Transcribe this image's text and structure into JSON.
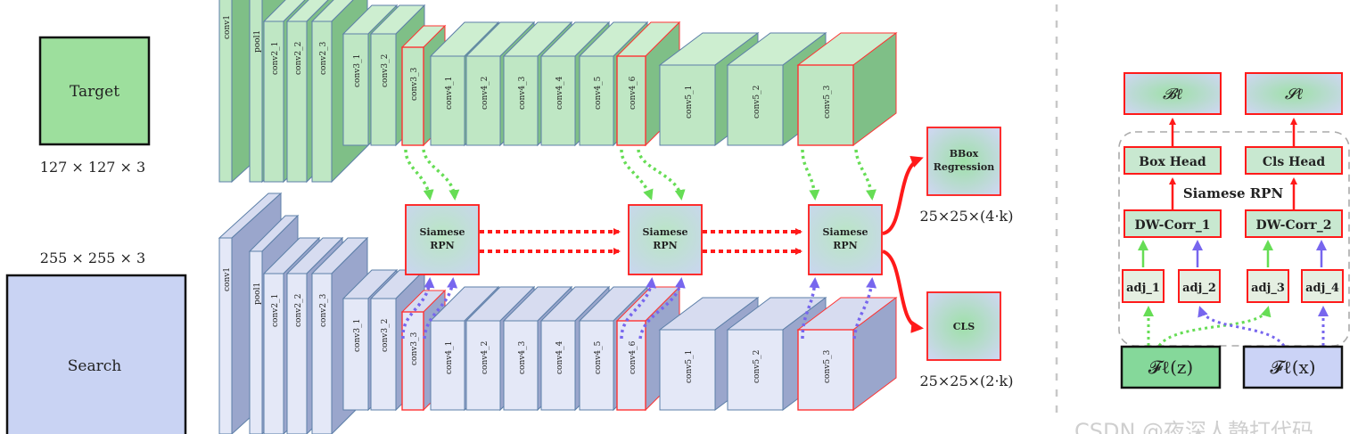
{
  "colors": {
    "target_green": "#9ddf9d",
    "search_blue": "#c9d3f3",
    "red": "#ff1a1a",
    "green_dash": "#66dd55",
    "blue_dash": "#7766ee",
    "rpn_fill_top": "#a8dcae",
    "rpn_fill_bottom": "#c7d7ef",
    "divider": "#c8c8c8"
  },
  "inputs": {
    "target": {
      "label": "Target",
      "dims": "127 × 127 × 3"
    },
    "search": {
      "label": "Search",
      "dims": "255 × 255 × 3"
    }
  },
  "backbone": {
    "layers": [
      "conv1",
      "pool1",
      "conv2_1",
      "conv2_2",
      "conv2_3",
      "conv3_1",
      "conv3_2",
      "conv3_3",
      "conv4_1",
      "conv4_2",
      "conv4_3",
      "conv4_4",
      "conv4_5",
      "conv4_6",
      "conv5_1",
      "conv5_2",
      "conv5_3"
    ],
    "highlighted": [
      "conv3_3",
      "conv4_6",
      "conv5_3"
    ]
  },
  "rpn_blocks": [
    "Siamese\nRPN",
    "Siamese\nRPN",
    "Siamese\nRPN"
  ],
  "outputs": {
    "bbox": {
      "label": "BBox\nRegression",
      "dims": "25×25×(4·k)"
    },
    "cls": {
      "label": "CLS",
      "dims": "25×25×(2·k)"
    }
  },
  "detail": {
    "title": "Siamese RPN",
    "b_label": "𝓑ℓ",
    "s_label": "𝓢ℓ",
    "box_head": "Box Head",
    "cls_head": "Cls Head",
    "dw_corr_1": "DW-Corr_1",
    "dw_corr_2": "DW-Corr_2",
    "adj": [
      "adj_1",
      "adj_2",
      "adj_3",
      "adj_4"
    ],
    "fz": "𝓕ℓ(z)",
    "fx": "𝓕ℓ(x)"
  },
  "watermark": "CSDN @夜深人静打代码"
}
